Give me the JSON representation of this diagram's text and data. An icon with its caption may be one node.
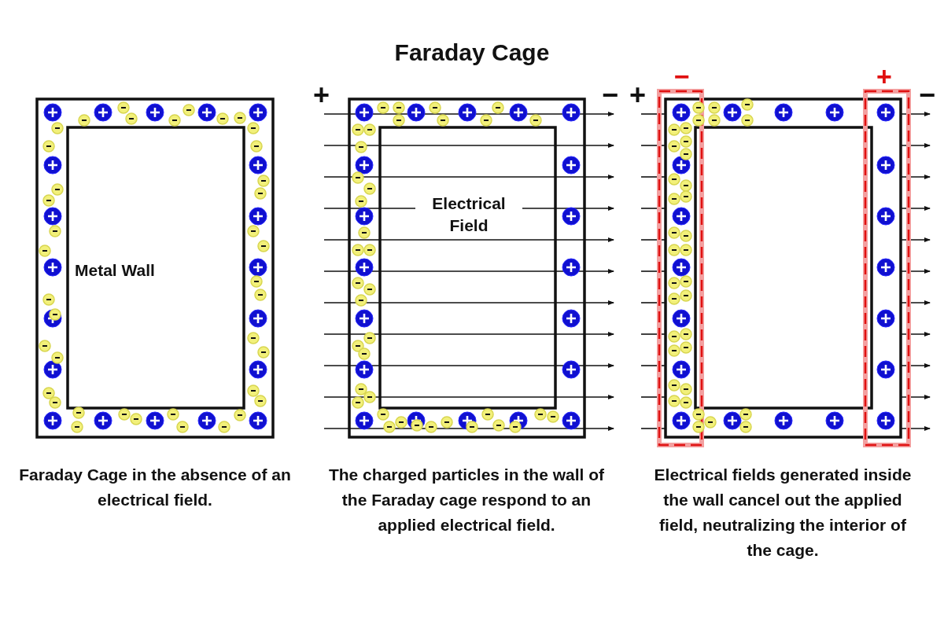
{
  "diagram": {
    "title": "Faraday Cage",
    "labels": [
      "−",
      "+",
      "+",
      "−",
      "+",
      "−",
      "Metal Wall",
      "Electrical Field",
      "Faraday Cage in the absence of an electrical field.",
      "The charged particles in the wall of the Faraday cage respond to an applied electrical field.",
      "Electrical fields generated inside the wall cancel out the applied field, neutralizing the interior of the cage."
    ]
  }
}
